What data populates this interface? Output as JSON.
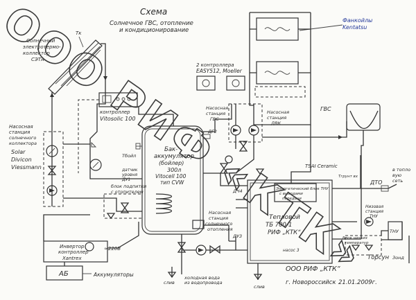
{
  "title": {
    "heading": "Схема",
    "line1": "Солнечное ГВС, отопление",
    "line2": "и кондиционирование"
  },
  "labels": {
    "solar_collector_1": "Солнечный",
    "solar_collector_2": "электротермо-",
    "solar_collector_3": "коллектор",
    "solar_collector_4": "СЭТА",
    "tk": "Тк",
    "controllers_1": "2 контроллера",
    "controllers_2": "EASY512, Moeller",
    "fancoils_1": "Фанкойлы",
    "fancoils_2": "Kentatsu",
    "vitosolic_1": "контроллер",
    "vitosolic_2": "Vitosolic 100",
    "pump_gvs_1": "Насосная",
    "pump_gvs_2": "станция",
    "pump_gvs_3": "ГВС",
    "pump_dvk_1": "Насосная",
    "pump_dvk_2": "станция",
    "pump_dvk_3": "ДВК",
    "gvs": "ГВС",
    "dg2": "ДГ2",
    "solar_station_1": "Насосная",
    "solar_station_2": "станция",
    "solar_station_3": "солнечного",
    "solar_station_4": "коллектора",
    "solar_station_5": "Solar",
    "solar_station_6": "Divicon",
    "solar_station_7": "Viessmann",
    "tboiler": "Тбойл",
    "bak_1": "Бак-",
    "bak_2": "аккумулятор",
    "bak_3": "(бойлер)",
    "bak_4": "300л",
    "bak_5": "Vitocell 100",
    "bak_6": "тип CVW",
    "level_1": "датчик",
    "level_2": "уровня",
    "level_3": "ДУ1",
    "bypass_1": "блок подпитки",
    "bypass_2": "с отопителем",
    "tsai": "TSAI Ceramic",
    "troom": "Тгрунт вх",
    "dch4": "ДЧ4",
    "heatpump_frame_1": "Энергетический блок ТНУ",
    "heatpump_frame_2": "с выводами",
    "heatpump_frame_3": "передачи",
    "teplovoy_1": "Тепловой",
    "teplovoy_2": "ТБ 700-1",
    "teplovoy_3": "РИФ „КТК“",
    "teplovoy_4": "насос 3",
    "heating_station_1": "Насосная",
    "heating_station_2": "станция",
    "heating_station_3": "солнечного",
    "heating_station_4": "отопления",
    "du3": "ДУ3",
    "inverter_1": "Инвертор",
    "inverter_2": "контроллер",
    "inverter_3": "Xantrex",
    "v220": "≈220В",
    "ab": "АБ",
    "batteries": "Аккумуляторы",
    "slip1": "слив",
    "cold_1": "холодная вода",
    "cold_2": "из водопровода",
    "slip2": "слив",
    "to_house_1": "в топло",
    "to_house_2": "вую",
    "to_house_3": "сеть",
    "dto": "ДТО",
    "low_station_1": "Низовая",
    "low_station_2": "станция",
    "low_station_3": "ТНУ",
    "tnu": "ТНУ",
    "block_nizk_1": "Блок низких",
    "block_nizk_2": "температур",
    "zond": "Зонд",
    "sorokin": "Торсун",
    "company": "ООО РИФ „КТК“",
    "city": "г. Новороссийск",
    "date": "21.01.2009г."
  },
  "watermark": {
    "text": "ООО РИФ «КТК»",
    "color": "#3a3a3a"
  }
}
